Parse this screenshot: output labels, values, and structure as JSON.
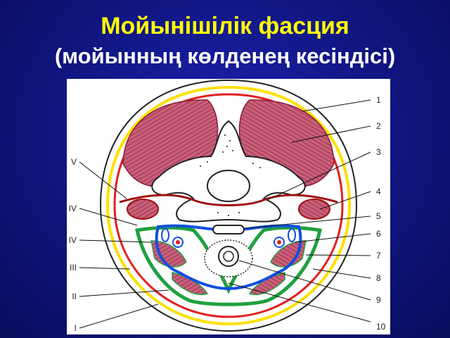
{
  "slide": {
    "title_line1": "Мойынішілік фасция",
    "title_line2": "(мойынның көлденең кесіндісі)"
  },
  "figure": {
    "right_labels": [
      "1",
      "2",
      "3",
      "4",
      "5",
      "6",
      "7",
      "8",
      "9",
      "10"
    ],
    "left_labels": [
      "V",
      "IV",
      "IV",
      "III",
      "II",
      "I"
    ],
    "colors": {
      "background": "#1a1fa0",
      "title": "#ffff00",
      "subtitle": "#ffffff",
      "muscle": "#c8607a",
      "muscle_line": "#8a1a38",
      "fascia_yellow": "#ffe000",
      "fascia_red": "#e02020",
      "fascia_green": "#20a040",
      "fascia_blue": "#1050e0",
      "bone": "#ffffff"
    }
  }
}
